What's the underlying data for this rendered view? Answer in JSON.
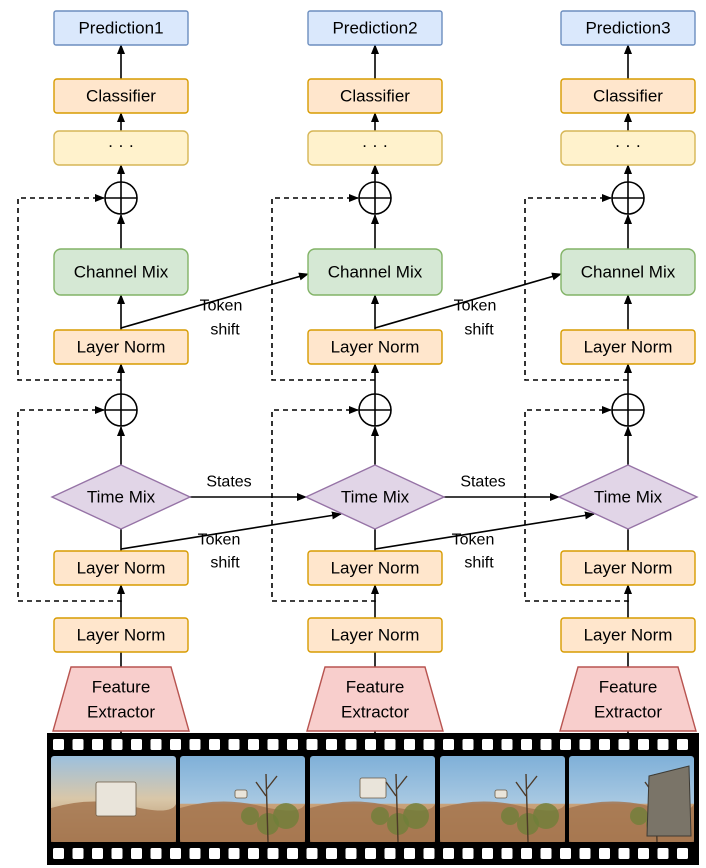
{
  "colors": {
    "prediction_fill": "#dae8fc",
    "prediction_stroke": "#6c8ebf",
    "orange_fill": "#ffe6cc",
    "orange_stroke": "#d79b00",
    "yellow_fill": "#fff2cc",
    "yellow_stroke": "#d6b656",
    "green_fill": "#d5e8d4",
    "green_stroke": "#82b366",
    "purple_fill": "#e1d5e7",
    "purple_stroke": "#9673a6",
    "red_fill": "#f8cecc",
    "red_stroke": "#b85450",
    "line": "#000000",
    "film": "#000000"
  },
  "columns": [
    {
      "prediction": "Prediction1",
      "classifier": "Classifier",
      "ellipsis": "· · ·",
      "channel_mix": "Channel Mix",
      "layer_norm_top": "Layer Norm",
      "time_mix": "Time Mix",
      "layer_norm_mid": "Layer Norm",
      "layer_norm_bottom": "Layer Norm",
      "feature_extractor": [
        "Feature",
        "Extractor"
      ]
    },
    {
      "prediction": "Prediction2",
      "classifier": "Classifier",
      "ellipsis": "· · ·",
      "channel_mix": "Channel Mix",
      "layer_norm_top": "Layer Norm",
      "time_mix": "Time Mix",
      "layer_norm_mid": "Layer Norm",
      "layer_norm_bottom": "Layer Norm",
      "feature_extractor": [
        "Feature",
        "Extractor"
      ]
    },
    {
      "prediction": "Prediction3",
      "classifier": "Classifier",
      "ellipsis": "· · ·",
      "channel_mix": "Channel Mix",
      "layer_norm_top": "Layer Norm",
      "time_mix": "Time Mix",
      "layer_norm_mid": "Layer Norm",
      "layer_norm_bottom": "Layer Norm",
      "feature_extractor": [
        "Feature",
        "Extractor"
      ]
    }
  ],
  "connections": [
    {
      "token_shift_upper": [
        "Token",
        "shift"
      ],
      "states": "States",
      "token_shift_lower": [
        "Token",
        "shift"
      ]
    },
    {
      "token_shift_upper": [
        "Token",
        "shift"
      ],
      "states": "States",
      "token_shift_lower": [
        "Token",
        "shift"
      ]
    }
  ],
  "film_strip": {
    "frames": [
      {
        "scene": "rv-driving-desert"
      },
      {
        "scene": "desert-shrubs-distant-rv"
      },
      {
        "scene": "rv-behind-shrubs"
      },
      {
        "scene": "desert-shrubs-distant-rv"
      },
      {
        "scene": "vehicle-wreck-shrubs"
      }
    ]
  }
}
